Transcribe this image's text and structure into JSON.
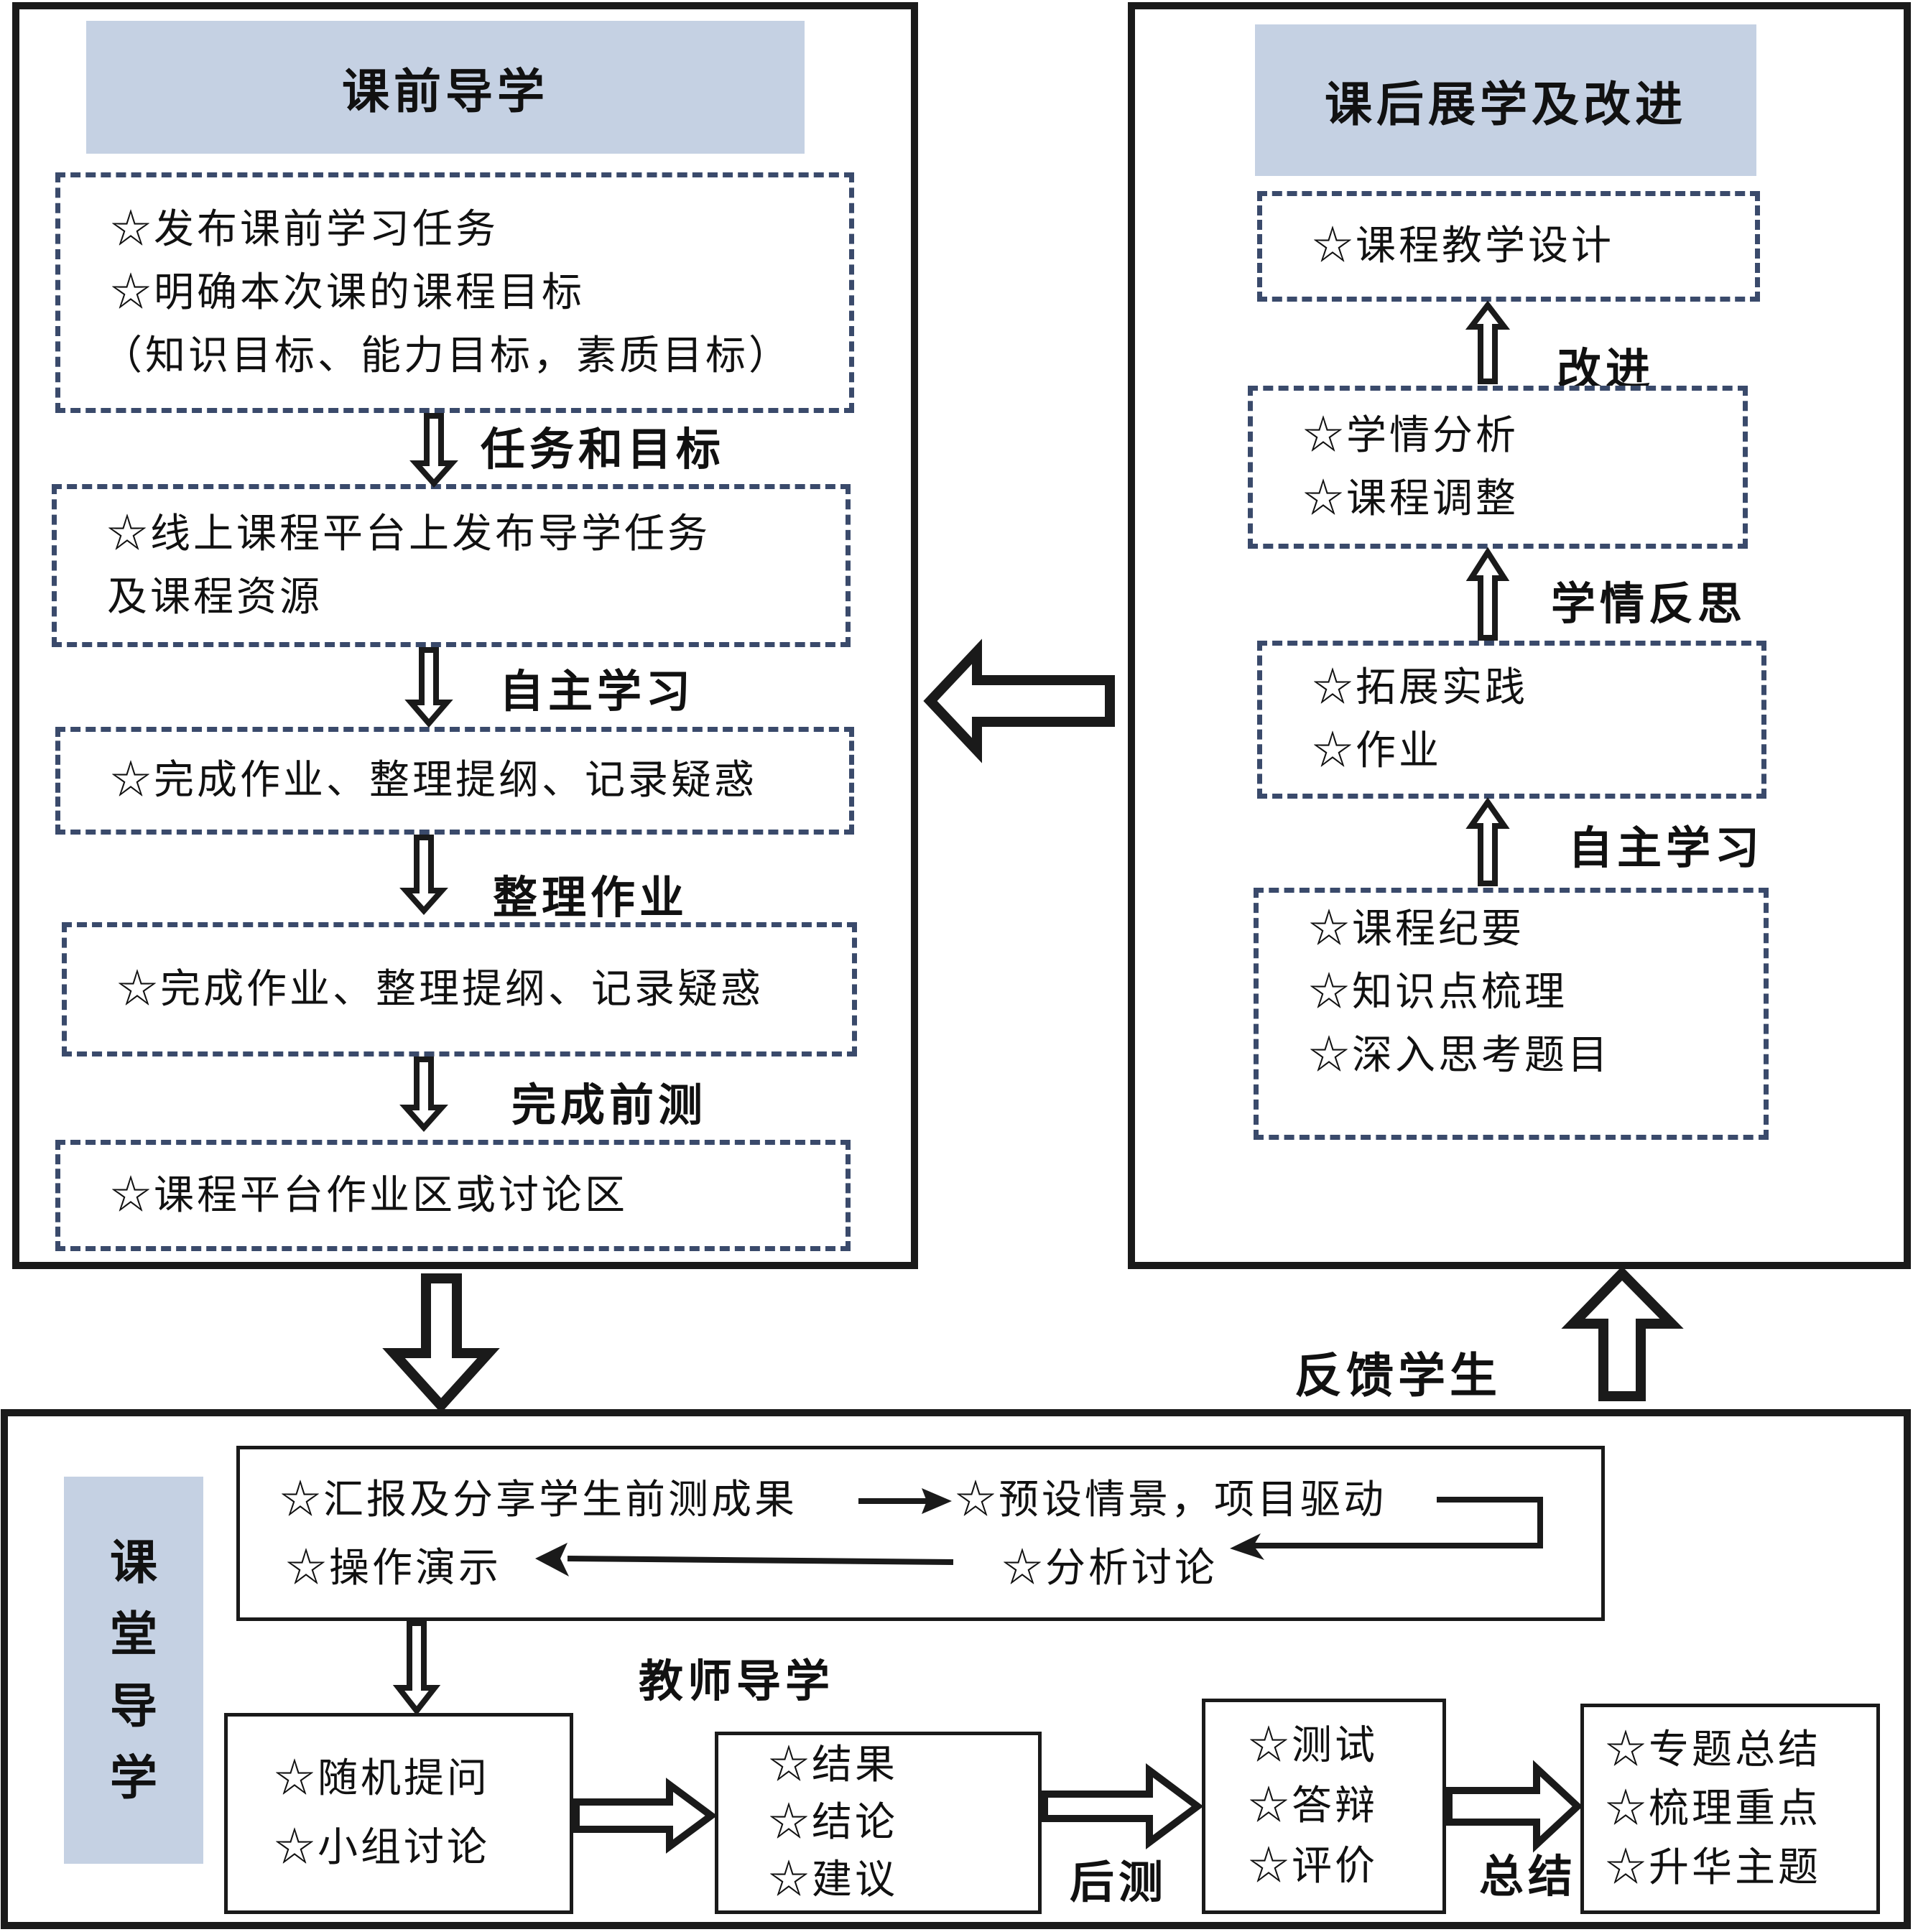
{
  "pre_class": {
    "title": "课前导学",
    "boxes": [
      {
        "lines": [
          "☆发布课前学习任务",
          "☆明确本次课的课程目标",
          "（知识目标、能力目标，素质目标）"
        ]
      },
      {
        "lines": [
          "☆线上课程平台上发布导学任务",
          "及课程资源"
        ]
      },
      {
        "lines": [
          "☆完成作业、整理提纲、记录疑惑"
        ]
      },
      {
        "lines": [
          "☆完成作业、整理提纲、记录疑惑"
        ]
      },
      {
        "lines": [
          "☆课程平台作业区或讨论区"
        ]
      }
    ],
    "arrow_labels": [
      "任务和目标",
      "自主学习",
      "整理作业",
      "完成前测"
    ]
  },
  "post_class": {
    "title": "课后展学及改进",
    "boxes": [
      {
        "lines": [
          "☆课程教学设计"
        ]
      },
      {
        "lines": [
          "☆学情分析",
          "☆课程调整"
        ]
      },
      {
        "lines": [
          "☆拓展实践",
          "☆作业"
        ]
      },
      {
        "lines": [
          "☆课程纪要",
          "☆知识点梳理",
          "☆深入思考题目"
        ]
      }
    ],
    "arrow_labels": [
      "改进",
      "学情反思",
      "自主学习"
    ]
  },
  "feedback_label": "反馈学生",
  "in_class": {
    "title_chars": [
      "课",
      "堂",
      "导",
      "学"
    ],
    "flow": {
      "step1": "☆汇报及分享学生前测成果",
      "step2": "☆预设情景，项目驱动",
      "step3": "☆分析讨论",
      "step4": "☆操作演示"
    },
    "teacher_label": "教师导学",
    "boxes": [
      {
        "lines": [
          "☆随机提问",
          "☆小组讨论"
        ]
      },
      {
        "lines": [
          "☆结果",
          "☆结论",
          "☆建议"
        ]
      },
      {
        "lines": [
          "☆测试",
          "☆答辩",
          "☆评价"
        ]
      },
      {
        "lines": [
          "☆专题总结",
          "☆梳理重点",
          "☆升华主题"
        ]
      }
    ],
    "arrow_labels": [
      "后测",
      "总结"
    ]
  }
}
